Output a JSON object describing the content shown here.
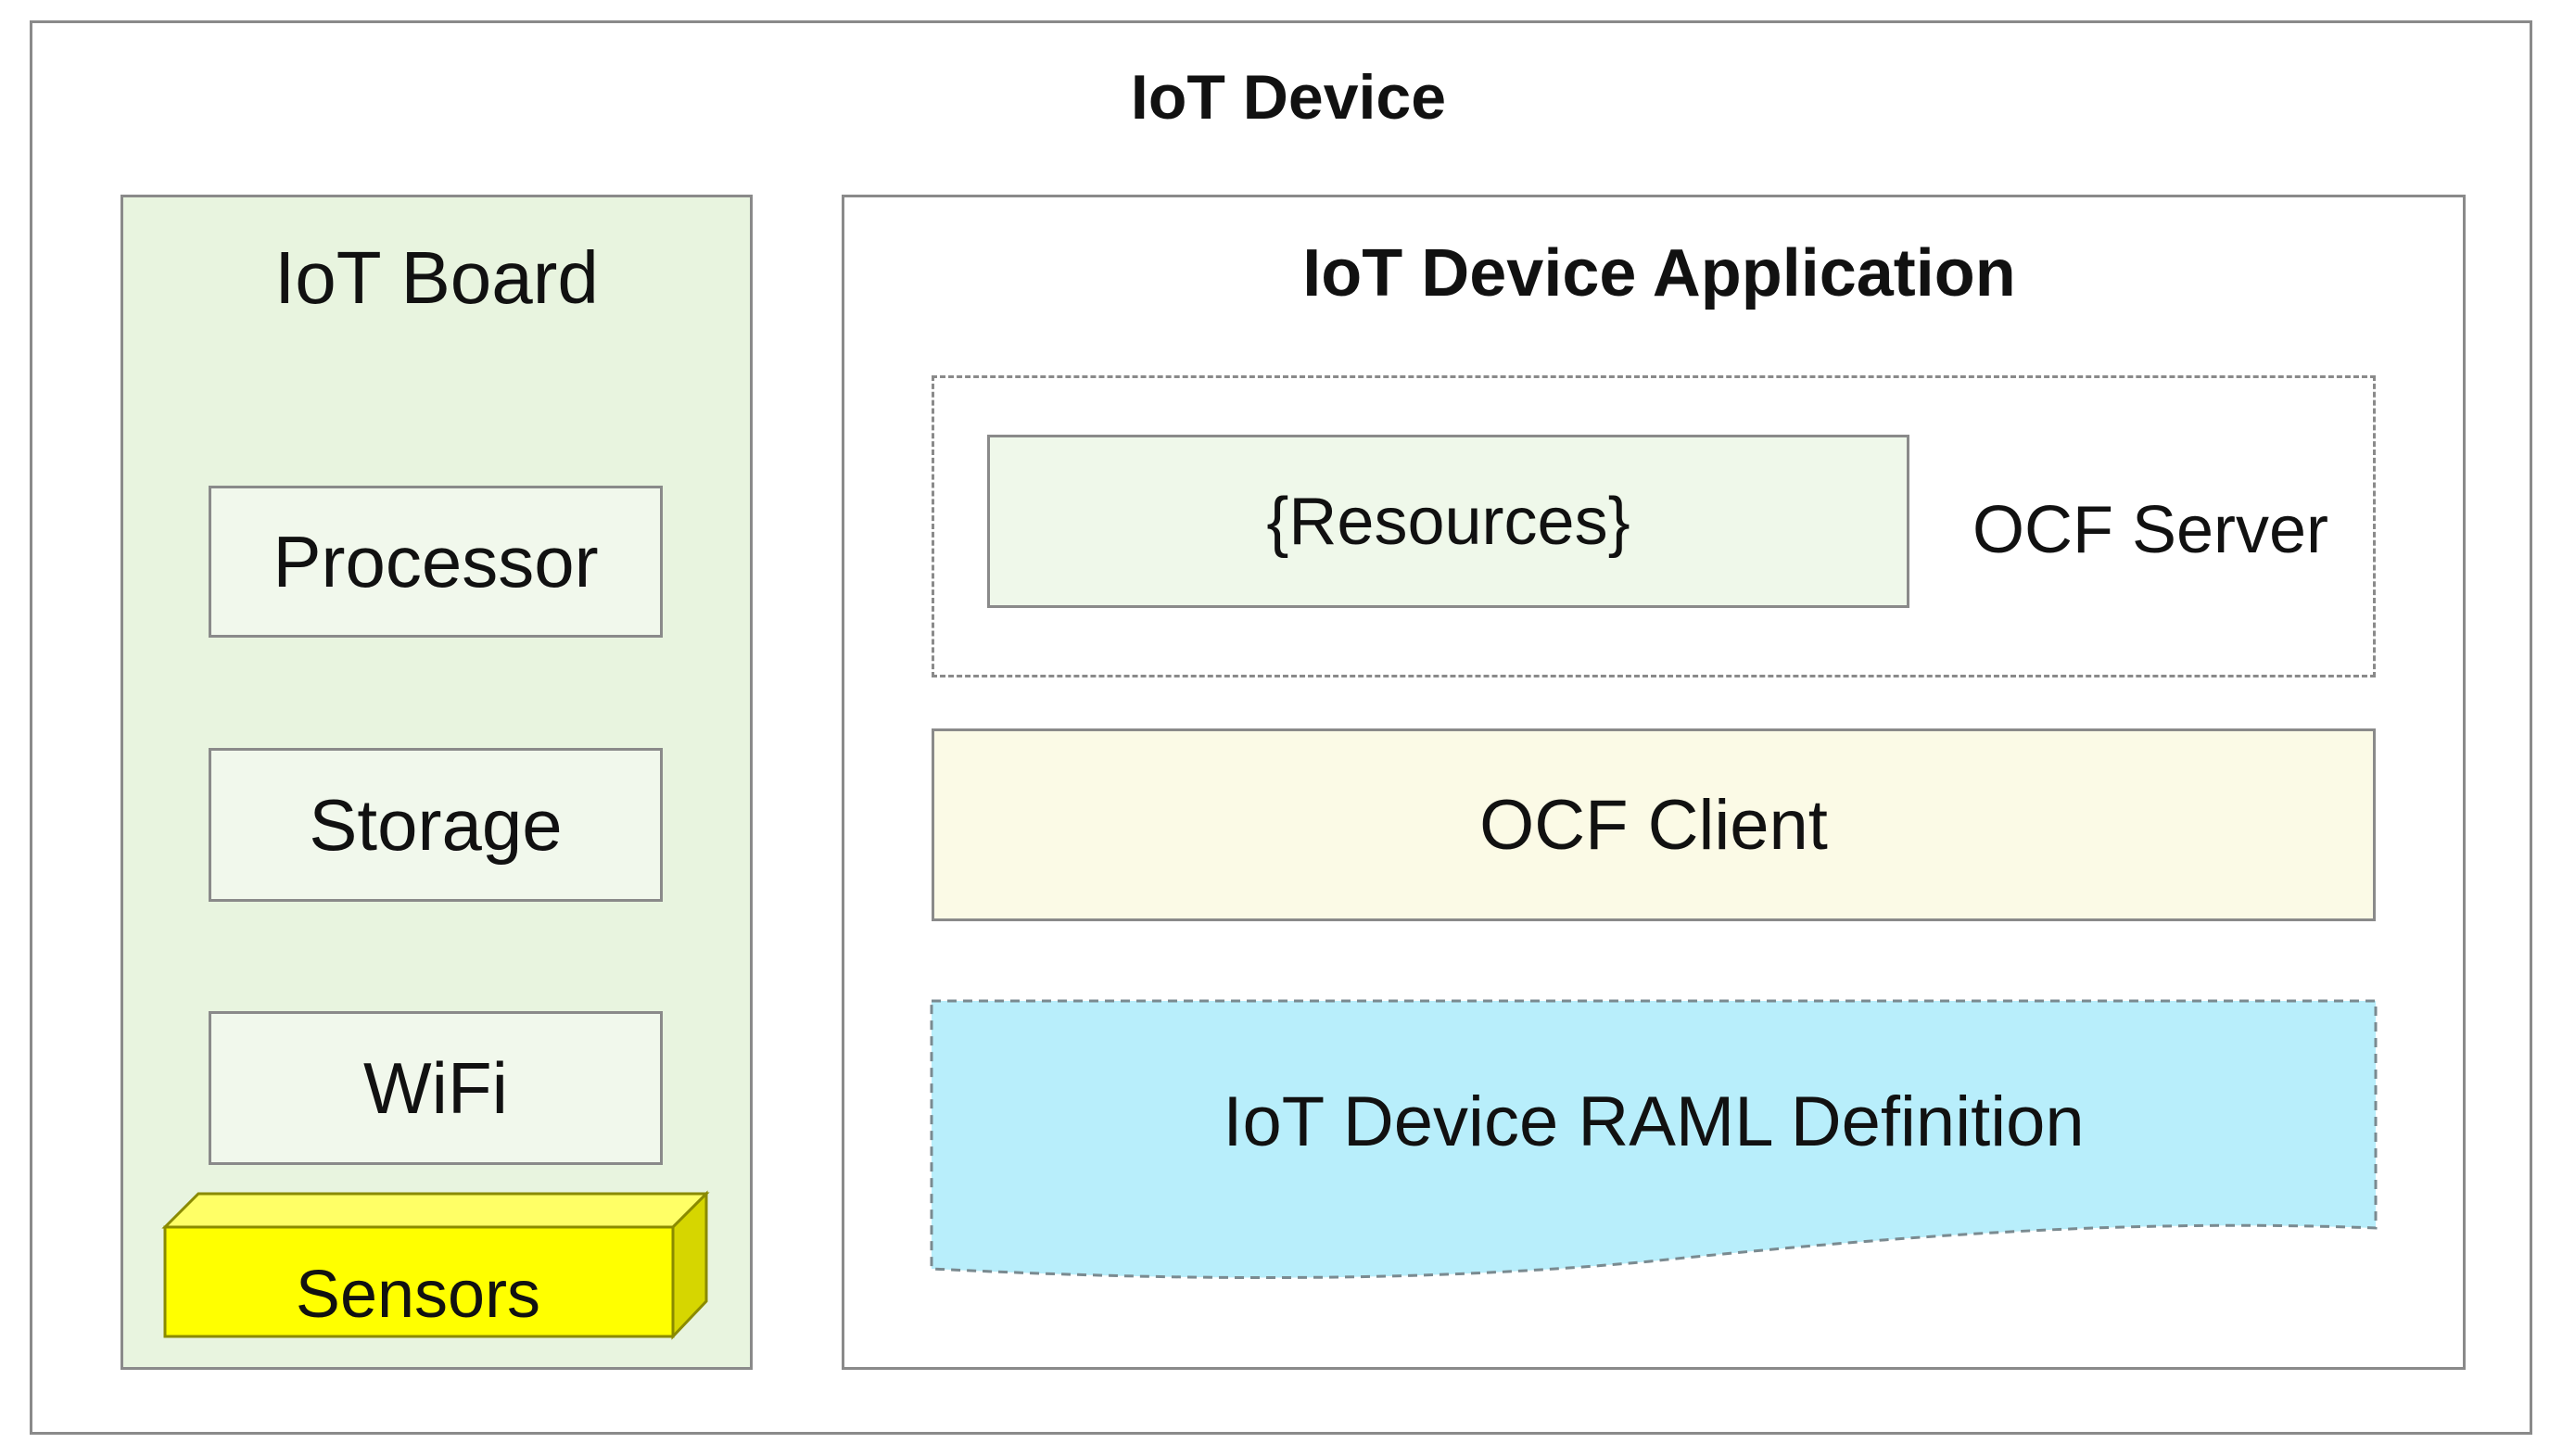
{
  "device": {
    "title": "IoT Device"
  },
  "board": {
    "title": "IoT Board",
    "components": [
      "Processor",
      "Storage",
      "WiFi"
    ],
    "sensors_label": "Sensors"
  },
  "application": {
    "title": "IoT Device Application",
    "server": {
      "label": "OCF Server",
      "resources_label": "{Resources}"
    },
    "client_label": "OCF Client",
    "raml_label": "IoT Device RAML Definition"
  },
  "colors": {
    "board_fill": "#e8f4df",
    "component_fill": "#f1f8ec",
    "sensors_fill": "#ffff00",
    "client_fill": "#fbfae6",
    "raml_fill": "#b8eefb",
    "border": "#8a8a8a"
  }
}
